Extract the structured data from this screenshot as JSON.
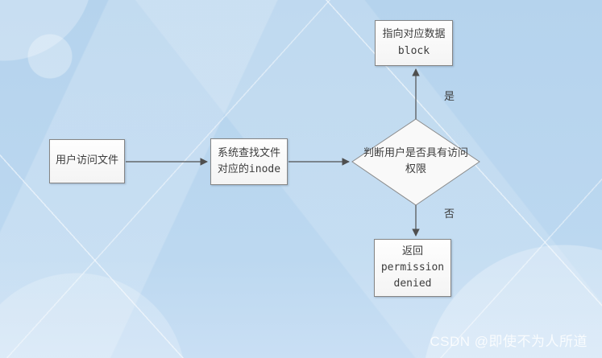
{
  "flowchart": {
    "nodes": [
      {
        "id": "start",
        "type": "process",
        "label": "用户访问文件"
      },
      {
        "id": "inode",
        "type": "process",
        "label": "系统查找文件\n对应的inode"
      },
      {
        "id": "decision",
        "type": "decision",
        "label": "判断用户是否具有访问\n权限"
      },
      {
        "id": "block",
        "type": "process",
        "label": "指向对应数据\nblock"
      },
      {
        "id": "denied",
        "type": "process",
        "label": "返回\npermission\ndenied"
      }
    ],
    "edges": [
      {
        "from": "start",
        "to": "inode",
        "label": ""
      },
      {
        "from": "inode",
        "to": "decision",
        "label": ""
      },
      {
        "from": "decision",
        "to": "block",
        "label": "是"
      },
      {
        "from": "decision",
        "to": "denied",
        "label": "否"
      }
    ]
  },
  "colors": {
    "background": "#b9d6ee",
    "node_fill": "#f9f9f9",
    "node_border": "#858585",
    "arrow": "#4f4f4f",
    "text": "#3c3c3c",
    "watermark_text": "#ffffff"
  },
  "watermark": {
    "text": "CSDN @即使不为人所道"
  }
}
